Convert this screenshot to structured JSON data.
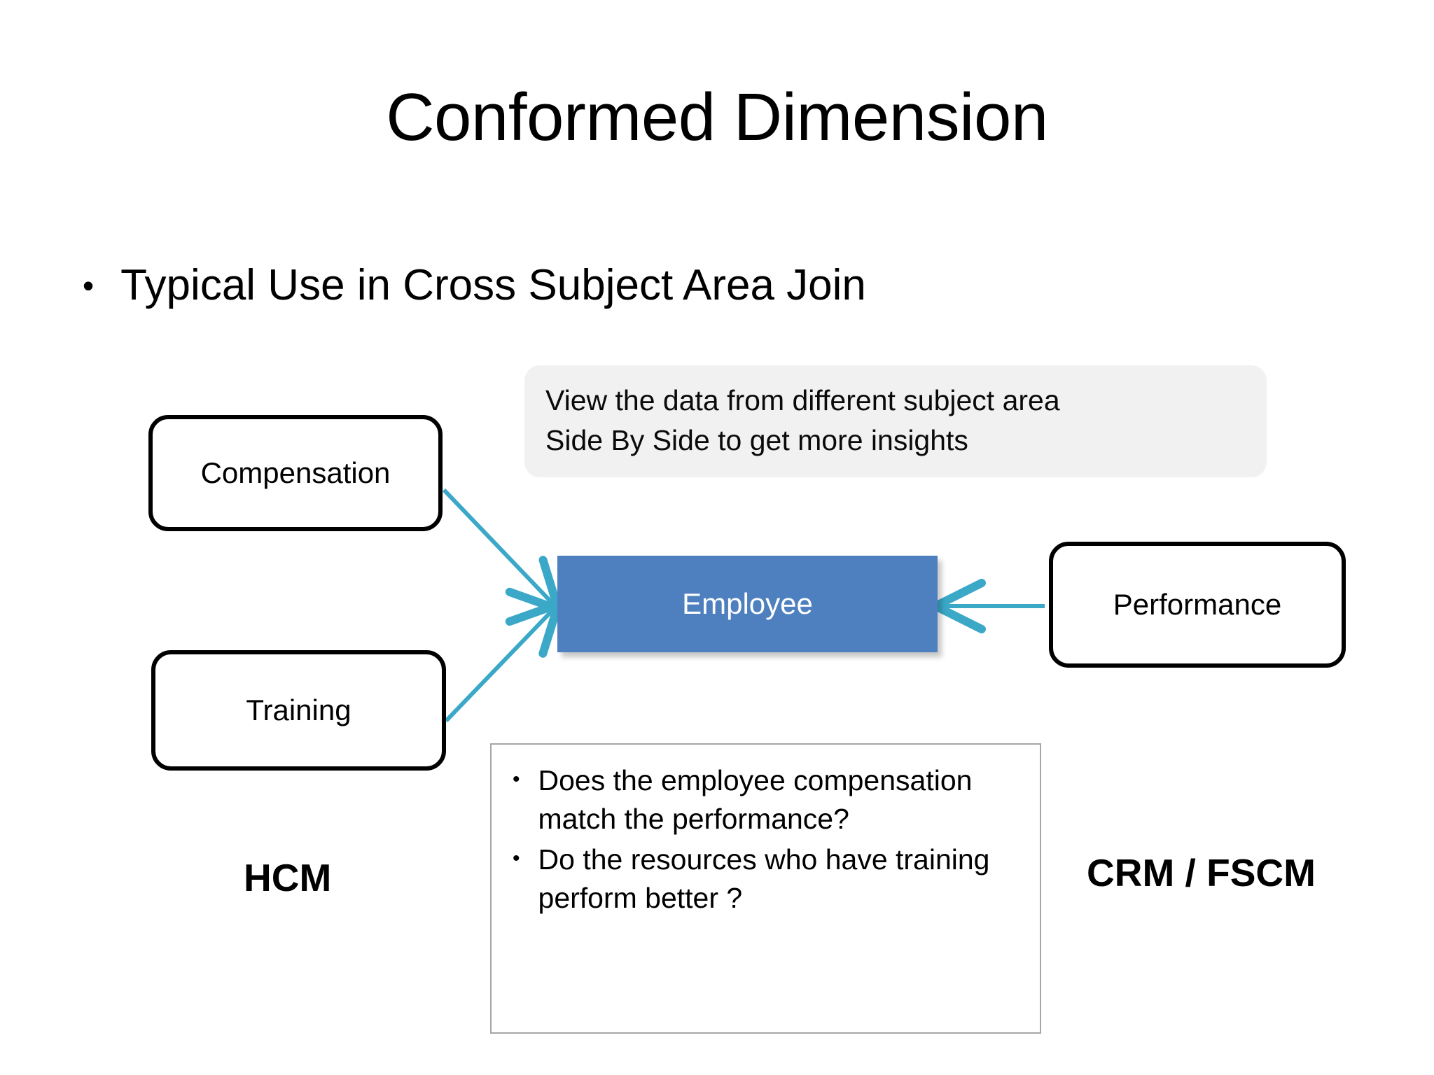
{
  "slide": {
    "title": "Conformed Dimension",
    "main_bullet": {
      "dot": "•",
      "text": "Typical Use in Cross Subject Area Join"
    },
    "callout": {
      "line1": "View the data from different subject area",
      "line2": "Side By Side to get more insights"
    },
    "nodes": {
      "compensation": "Compensation",
      "training": "Training",
      "employee": "Employee",
      "performance": "Performance"
    },
    "questions": {
      "dot": "•",
      "items": [
        "Does the employee compensation match the performance?",
        "Do the resources who have training perform better ?"
      ]
    },
    "group_labels": {
      "left": "HCM",
      "right": "CRM / FSCM"
    },
    "colors": {
      "employee_fill": "#4e80bf",
      "employee_text": "#ffffff",
      "arrow": "#3ba8c8",
      "callout_bg": "#f1f1f1",
      "node_border": "#000000",
      "question_border": "#a6a6a6",
      "background": "#ffffff"
    }
  }
}
